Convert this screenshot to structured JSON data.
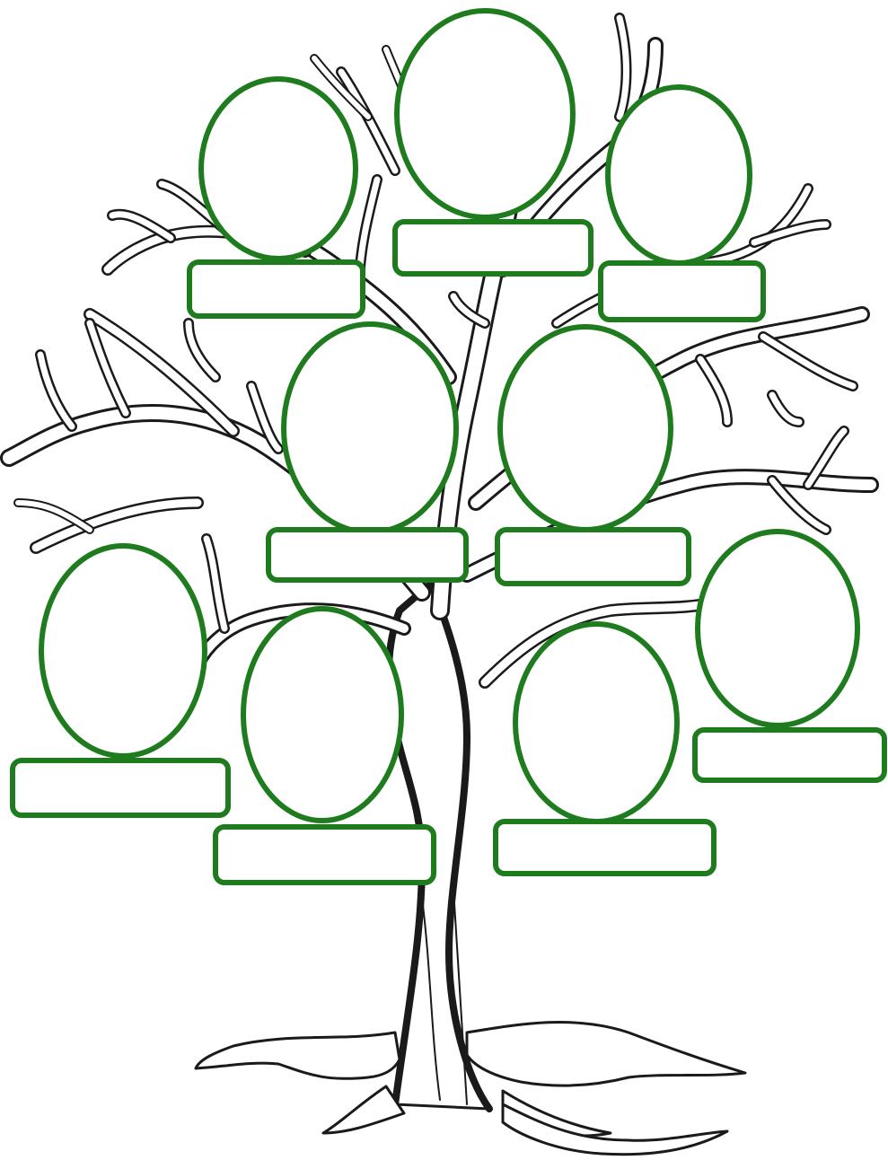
{
  "colors": {
    "frame_stroke": "#1e7b1e",
    "frame_fill": "#ffffff",
    "tree_outline": "#1a1a1a",
    "background": "#ffffff"
  },
  "slots": [
    {
      "id": "top-center",
      "photo": "",
      "name": ""
    },
    {
      "id": "top-left",
      "photo": "",
      "name": ""
    },
    {
      "id": "top-right",
      "photo": "",
      "name": ""
    },
    {
      "id": "middle-left",
      "photo": "",
      "name": ""
    },
    {
      "id": "middle-right",
      "photo": "",
      "name": ""
    },
    {
      "id": "lower-far-left",
      "photo": "",
      "name": ""
    },
    {
      "id": "lower-left",
      "photo": "",
      "name": ""
    },
    {
      "id": "lower-right",
      "photo": "",
      "name": ""
    },
    {
      "id": "lower-far-right",
      "photo": "",
      "name": ""
    }
  ]
}
